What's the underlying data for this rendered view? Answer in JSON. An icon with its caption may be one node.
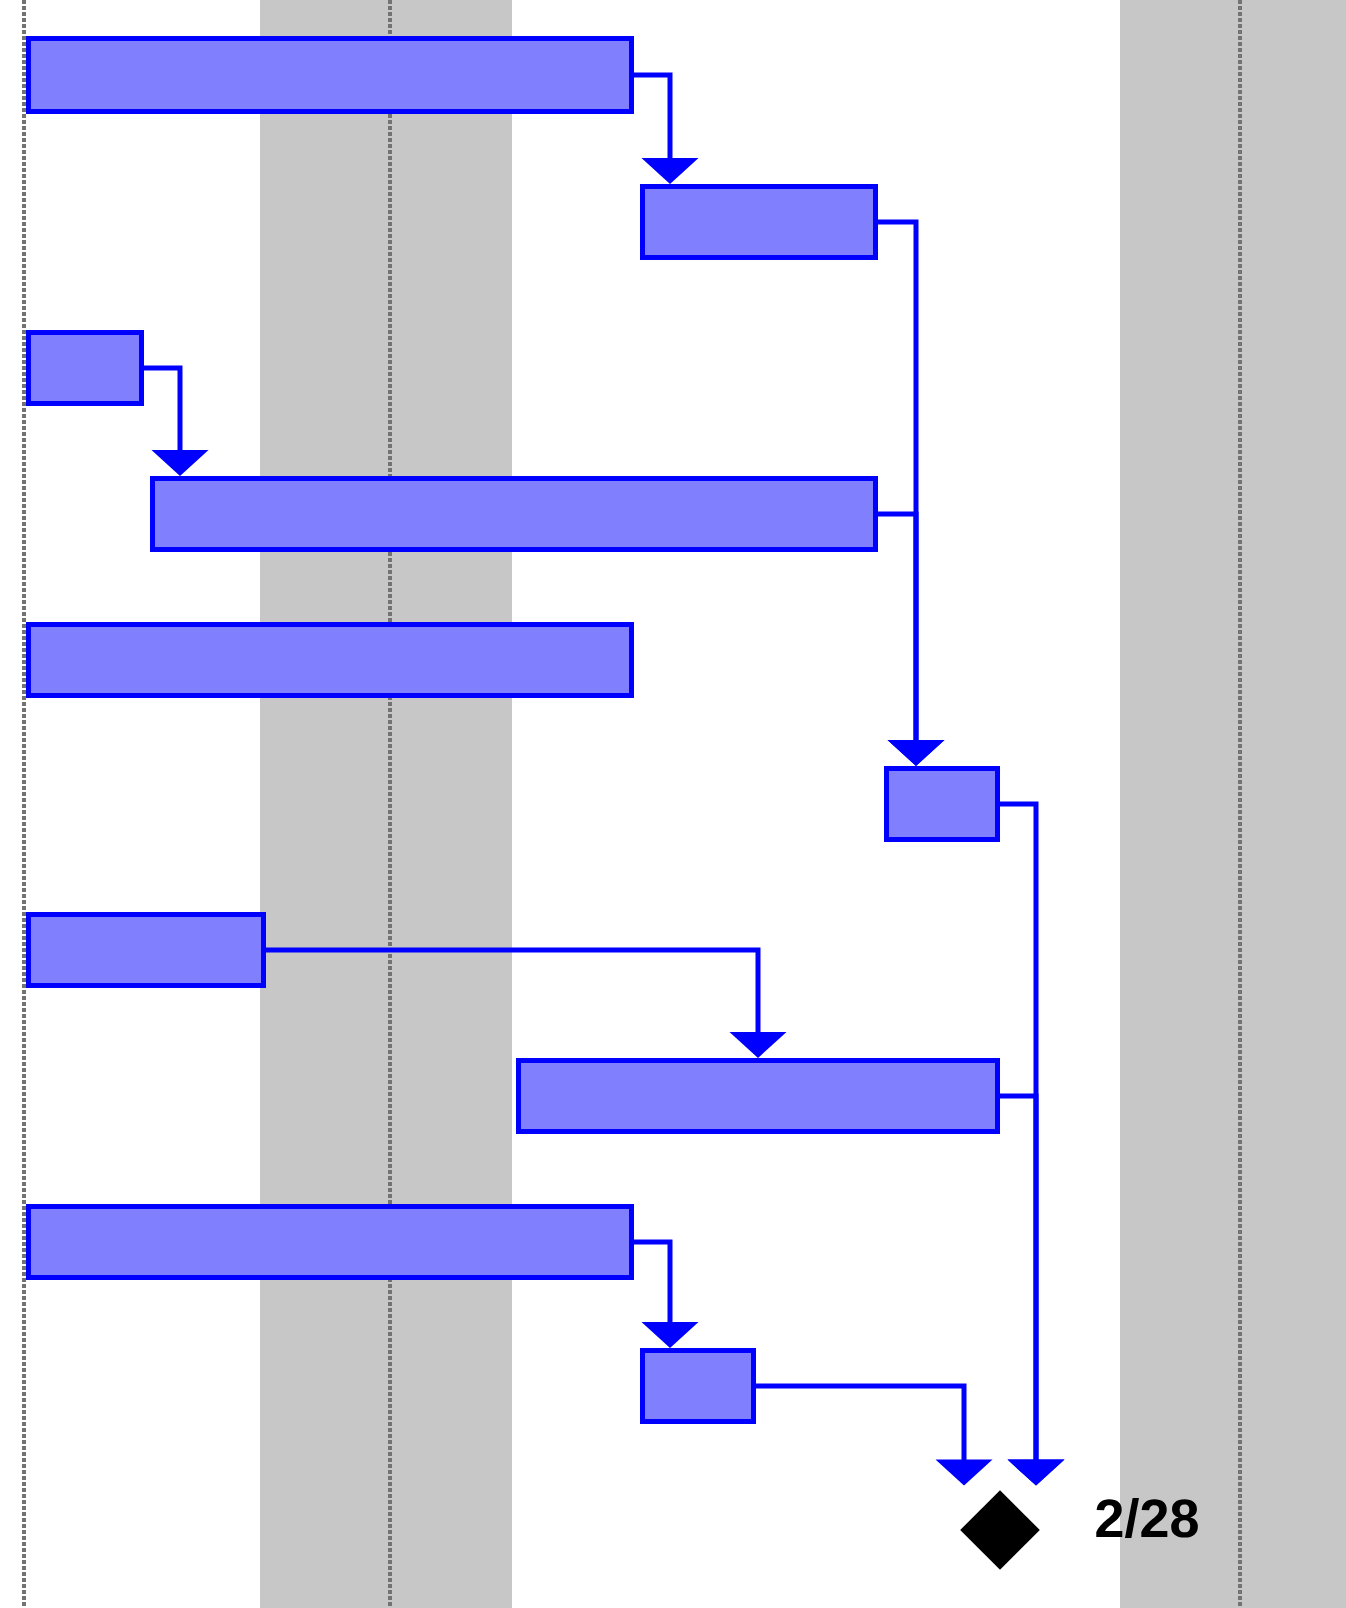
{
  "diagram": {
    "nodes": [
      {
        "text": [],
        "shape": "bar"
      },
      {
        "text": [],
        "shape": "bar"
      },
      {
        "text": [],
        "shape": "bar"
      },
      {
        "text": [],
        "shape": "bar"
      },
      {
        "text": [],
        "shape": "bar"
      },
      {
        "text": [],
        "shape": "bar"
      },
      {
        "text": [],
        "shape": "bar"
      },
      {
        "text": [],
        "shape": "bar"
      },
      {
        "text": [],
        "shape": "bar"
      },
      {
        "text": [],
        "shape": "bar"
      },
      {
        "text": [],
        "shape": "diamond",
        "beside": [
          "2/28"
        ]
      }
    ],
    "edges": [
      {
        "from": 0,
        "to": 1,
        "arrow": "to"
      },
      {
        "from": 1,
        "to": 5,
        "arrow": "to"
      },
      {
        "from": 2,
        "to": 3,
        "arrow": "to"
      },
      {
        "from": 3,
        "to": 5,
        "arrow": "to"
      },
      {
        "from": 6,
        "to": 7,
        "arrow": "to"
      },
      {
        "from": 5,
        "to": 10,
        "arrow": "to"
      },
      {
        "from": 7,
        "to": 10,
        "arrow": "to"
      },
      {
        "from": 8,
        "to": 9,
        "arrow": "to"
      },
      {
        "from": 9,
        "to": 10,
        "arrow": "to"
      }
    ]
  }
}
